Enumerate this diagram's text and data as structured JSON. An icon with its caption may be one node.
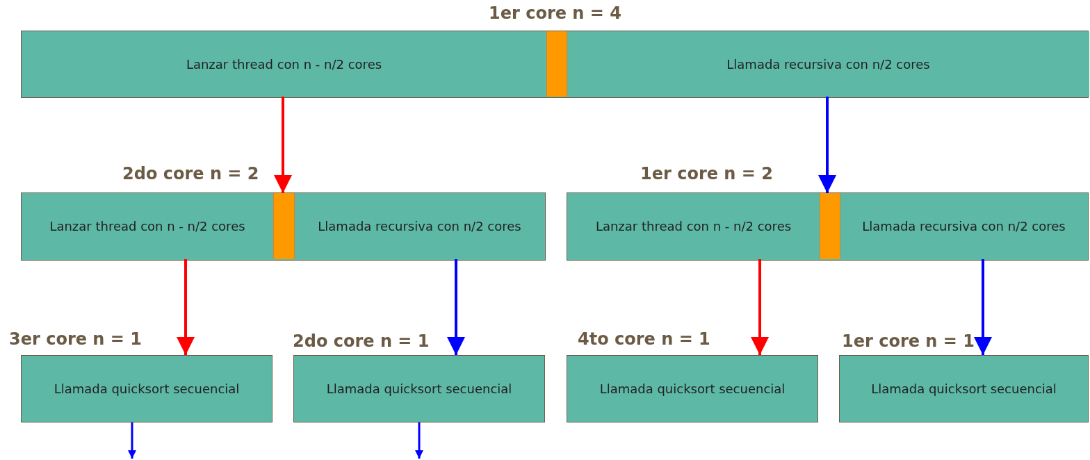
{
  "diagram": {
    "nodes": [
      {
        "text": [
          "1er core n = 4"
        ]
      },
      {
        "text": [
          "Lanzar thread con n - n/2 cores"
        ],
        "in": 0
      },
      {
        "text": [],
        "shape": "bar",
        "in": 0
      },
      {
        "text": [
          "Llamada recursiva con n/2 cores"
        ],
        "in": 0
      },
      {
        "text": [
          "2do core n = 2"
        ]
      },
      {
        "text": [
          "Lanzar thread con n - n/2 cores"
        ],
        "in": 4
      },
      {
        "text": [],
        "shape": "bar",
        "in": 4
      },
      {
        "text": [
          "Llamada recursiva con n/2 cores"
        ],
        "in": 4
      },
      {
        "text": [
          "1er core n = 2"
        ]
      },
      {
        "text": [
          "Lanzar thread con n - n/2 cores"
        ],
        "in": 8
      },
      {
        "text": [],
        "shape": "bar",
        "in": 8
      },
      {
        "text": [
          "Llamada recursiva con n/2 cores"
        ],
        "in": 8
      },
      {
        "text": [
          "3er core n = 1",
          "Llamada quicksort secuencial"
        ]
      },
      {
        "text": [
          "2do core n = 1",
          "Llamada quicksort secuencial"
        ]
      },
      {
        "text": [
          "4to core n = 1",
          "Llamada quicksort secuencial"
        ]
      },
      {
        "text": [
          "1er core n = 1",
          "Llamada quicksort secuencial"
        ]
      }
    ],
    "edges": [
      {
        "from": 1,
        "to": 6,
        "arrow": "to",
        "color": "#ff0000"
      },
      {
        "from": 3,
        "to": 10,
        "arrow": "to"
      },
      {
        "from": 5,
        "to": 12,
        "arrow": "to",
        "color": "#ff0000"
      },
      {
        "from": 7,
        "to": 13,
        "arrow": "to"
      },
      {
        "from": 9,
        "to": 14,
        "arrow": "to",
        "color": "#ff0000"
      },
      {
        "from": 11,
        "to": 15,
        "arrow": "to"
      },
      {
        "from": 12,
        "to": null,
        "arrow": "to"
      },
      {
        "from": 13,
        "to": null,
        "arrow": "to"
      }
    ]
  }
}
